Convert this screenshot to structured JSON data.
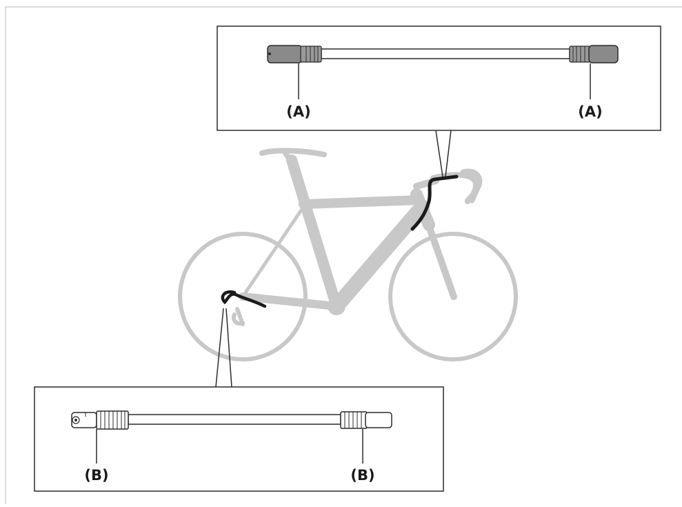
{
  "callouts": {
    "top": {
      "left_label": "(A)",
      "right_label": "(A)"
    },
    "bottom": {
      "left_label": "(B)",
      "right_label": "(B)"
    }
  },
  "colors": {
    "bike_silhouette": "#c8c8c8",
    "cable_route": "#1a1a1a",
    "outline": "#2a2a2a",
    "cap_fill_dark": "#8a8a8a",
    "page_border": "#cfcfcf"
  },
  "icons": {
    "bicycle": "road-bike-silhouette",
    "cable_with_caps": "outer-casing-with-end-caps"
  }
}
